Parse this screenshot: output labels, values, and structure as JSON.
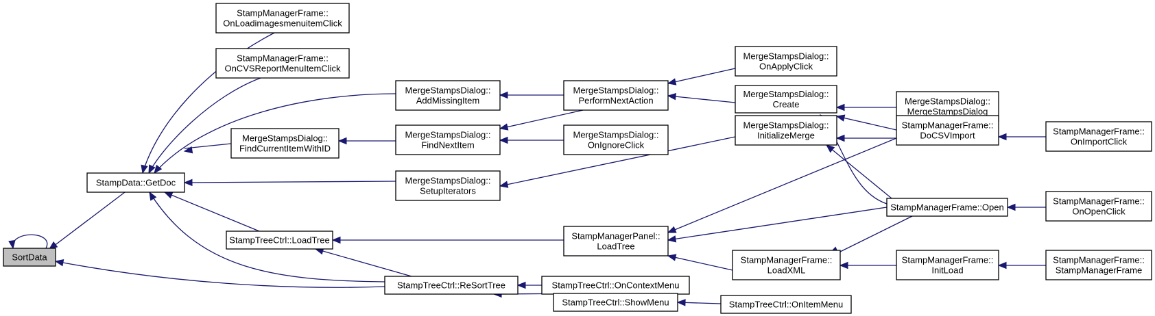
{
  "nodes": [
    {
      "id": "sortdata",
      "lines": [
        "SortData"
      ],
      "root": true
    },
    {
      "id": "getdoc",
      "lines": [
        "StampData::GetDoc"
      ]
    },
    {
      "id": "onloadimages",
      "lines": [
        "StampManagerFrame::",
        "OnLoadimagesmenuitemClick"
      ]
    },
    {
      "id": "oncvsreport",
      "lines": [
        "StampManagerFrame::",
        "OnCVSReportMenuItemClick"
      ]
    },
    {
      "id": "addmissing",
      "lines": [
        "MergeStampsDialog::",
        "AddMissingItem"
      ]
    },
    {
      "id": "findcurrent",
      "lines": [
        "MergeStampsDialog::",
        "FindCurrentItemWithID"
      ]
    },
    {
      "id": "findnext",
      "lines": [
        "MergeStampsDialog::",
        "FindNextItem"
      ]
    },
    {
      "id": "setupiter",
      "lines": [
        "MergeStampsDialog::",
        "SetupIterators"
      ]
    },
    {
      "id": "loadtree_ctrl",
      "lines": [
        "StampTreeCtrl::LoadTree"
      ]
    },
    {
      "id": "resort",
      "lines": [
        "StampTreeCtrl::ReSortTree"
      ]
    },
    {
      "id": "performnext",
      "lines": [
        "MergeStampsDialog::",
        "PerformNextAction"
      ]
    },
    {
      "id": "onignore",
      "lines": [
        "MergeStampsDialog::",
        "OnIgnoreClick"
      ]
    },
    {
      "id": "panel_loadtree",
      "lines": [
        "StampManagerPanel::",
        "LoadTree"
      ]
    },
    {
      "id": "oncontext",
      "lines": [
        "StampTreeCtrl::OnContextMenu"
      ]
    },
    {
      "id": "showmenu",
      "lines": [
        "StampTreeCtrl::ShowMenu"
      ]
    },
    {
      "id": "onapply",
      "lines": [
        "MergeStampsDialog::",
        "OnApplyClick"
      ]
    },
    {
      "id": "create",
      "lines": [
        "MergeStampsDialog::",
        "Create"
      ]
    },
    {
      "id": "initmerge",
      "lines": [
        "MergeStampsDialog::",
        "InitializeMerge"
      ]
    },
    {
      "id": "loadxml",
      "lines": [
        "StampManagerFrame::",
        "LoadXML"
      ]
    },
    {
      "id": "onitemmenu",
      "lines": [
        "StampTreeCtrl::OnItemMenu"
      ]
    },
    {
      "id": "mergedlg",
      "lines": [
        "MergeStampsDialog::",
        "MergeStampsDialog"
      ]
    },
    {
      "id": "docsv",
      "lines": [
        "StampManagerFrame::",
        "DoCSVImport"
      ]
    },
    {
      "id": "open",
      "lines": [
        "StampManagerFrame::Open"
      ]
    },
    {
      "id": "initload",
      "lines": [
        "StampManagerFrame::",
        "InitLoad"
      ]
    },
    {
      "id": "onimport",
      "lines": [
        "StampManagerFrame::",
        "OnImportClick"
      ]
    },
    {
      "id": "onopen",
      "lines": [
        "StampManagerFrame::",
        "OnOpenClick"
      ]
    },
    {
      "id": "smframe",
      "lines": [
        "StampManagerFrame::",
        "StampManagerFrame"
      ]
    }
  ],
  "edges": [
    {
      "from": "sortdata",
      "to": "sortdata"
    },
    {
      "from": "getdoc",
      "to": "sortdata"
    },
    {
      "from": "resort",
      "to": "sortdata"
    },
    {
      "from": "onloadimages",
      "to": "getdoc"
    },
    {
      "from": "oncvsreport",
      "to": "getdoc"
    },
    {
      "from": "addmissing",
      "to": "getdoc"
    },
    {
      "from": "findcurrent",
      "to": "getdoc"
    },
    {
      "from": "setupiter",
      "to": "getdoc"
    },
    {
      "from": "loadtree_ctrl",
      "to": "getdoc"
    },
    {
      "from": "resort",
      "to": "getdoc"
    },
    {
      "from": "findnext",
      "to": "findcurrent"
    },
    {
      "from": "resort",
      "to": "loadtree_ctrl"
    },
    {
      "from": "panel_loadtree",
      "to": "loadtree_ctrl"
    },
    {
      "from": "performnext",
      "to": "addmissing"
    },
    {
      "from": "performnext",
      "to": "findnext"
    },
    {
      "from": "onignore",
      "to": "findnext"
    },
    {
      "from": "initmerge",
      "to": "setupiter"
    },
    {
      "from": "oncontext",
      "to": "resort"
    },
    {
      "from": "showmenu",
      "to": "resort"
    },
    {
      "from": "onapply",
      "to": "performnext"
    },
    {
      "from": "create",
      "to": "performnext"
    },
    {
      "from": "docsv",
      "to": "panel_loadtree"
    },
    {
      "from": "open",
      "to": "panel_loadtree"
    },
    {
      "from": "loadxml",
      "to": "panel_loadtree"
    },
    {
      "from": "onitemmenu",
      "to": "showmenu"
    },
    {
      "from": "mergedlg",
      "to": "create"
    },
    {
      "from": "docsv",
      "to": "create"
    },
    {
      "from": "open",
      "to": "create"
    },
    {
      "from": "docsv",
      "to": "initmerge"
    },
    {
      "from": "open",
      "to": "initmerge"
    },
    {
      "from": "open",
      "to": "loadxml"
    },
    {
      "from": "initload",
      "to": "loadxml"
    },
    {
      "from": "onimport",
      "to": "docsv"
    },
    {
      "from": "onopen",
      "to": "open"
    },
    {
      "from": "smframe",
      "to": "initload"
    }
  ],
  "colors": {
    "edge": "#191970",
    "root_fill": "#bfbfbf",
    "node_fill": "#ffffff",
    "node_stroke": "#000000"
  }
}
